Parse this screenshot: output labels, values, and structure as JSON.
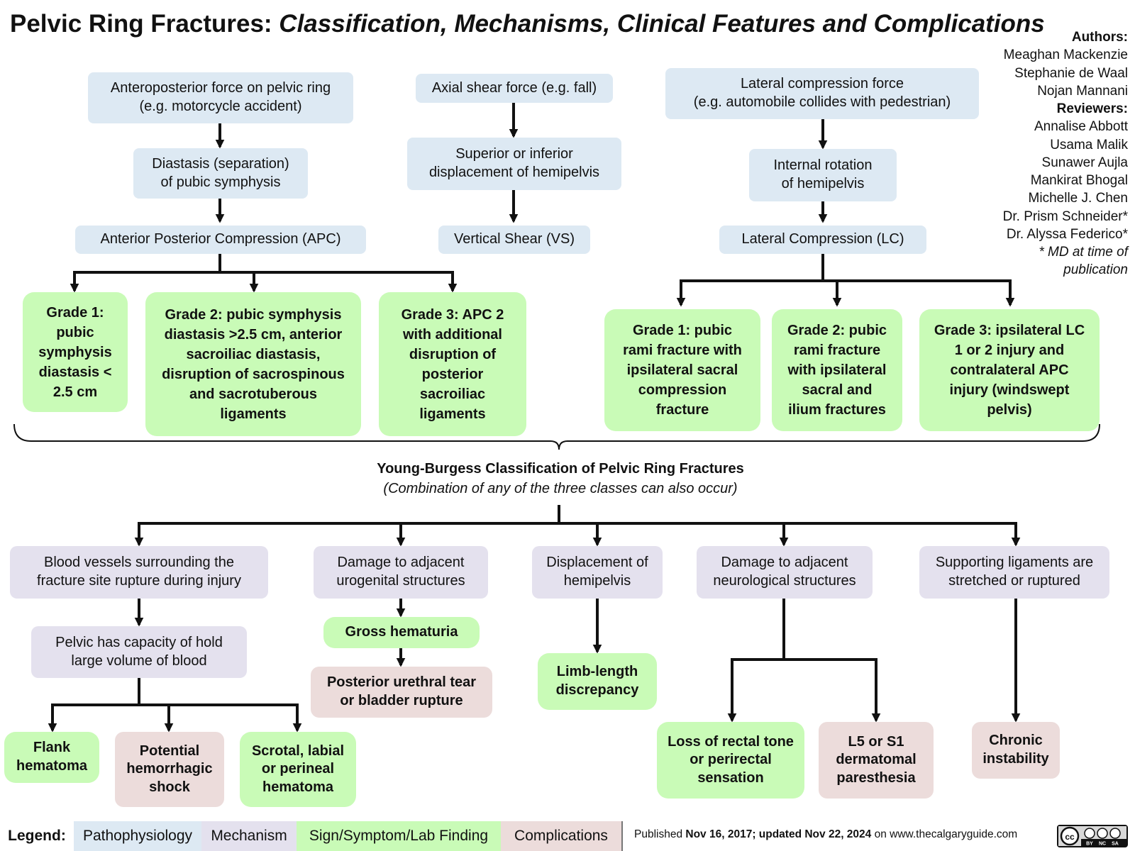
{
  "title": {
    "main": "Pelvic Ring Fractures: ",
    "subtitle": "Classification, Mechanisms, Clinical Features and Complications"
  },
  "credits": {
    "authors_heading": "Authors:",
    "authors": [
      "Meaghan Mackenzie",
      "Stephanie de Waal",
      "Nojan Mannani"
    ],
    "reviewers_heading": "Reviewers:",
    "reviewers": [
      "Annalise Abbott",
      "Usama Malik",
      "Sunawer Aujla",
      "Mankirat Bhogal",
      "Michelle J. Chen",
      "Dr. Prism Schneider*",
      "Dr. Alyssa Federico*"
    ],
    "note": "* MD at time of publication"
  },
  "nodes": {
    "ap_force": "Anteroposterior force on pelvic ring\n(e.g. motorcycle accident)",
    "diastasis": "Diastasis (separation)\nof pubic symphysis",
    "apc": "Anterior Posterior Compression (APC)",
    "apc_g1": "Grade 1:\npubic\nsymphysis\ndiastasis <\n2.5 cm",
    "apc_g2": "Grade 2: pubic symphysis\ndiastasis >2.5 cm, anterior\nsacroiliac diastasis,\ndisruption of sacrospinous\nand sacrotuberous\nligaments",
    "apc_g3": "Grade 3: APC 2\nwith additional\ndisruption of\nposterior\nsacroiliac\nligaments",
    "axial_force": "Axial shear force (e.g. fall)",
    "sup_inf": "Superior or inferior\ndisplacement of hemipelvis",
    "vs": "Vertical Shear (VS)",
    "lat_force": "Lateral compression force\n(e.g. automobile collides with pedestrian)",
    "int_rot": "Internal rotation\nof hemipelvis",
    "lc": "Lateral Compression (LC)",
    "lc_g1": "Grade 1: pubic\nrami fracture with\nipsilateral sacral\ncompression\nfracture",
    "lc_g2": "Grade 2: pubic\nrami fracture\nwith ipsilateral\nsacral and\nilium fractures",
    "lc_g3": "Grade 3: ipsilateral LC\n1 or 2 injury and\ncontralateral APC\ninjury (windswept\npelvis)",
    "blood_vessels": "Blood vessels surrounding the\nfracture site rupture during injury",
    "pelvic_capacity": "Pelvic has capacity of hold\nlarge volume of blood",
    "flank": "Flank\nhematoma",
    "hemorrhagic": "Potential\nhemorrhagic\nshock",
    "scrotal": "Scrotal, labial\nor perineal\nhematoma",
    "urogenital": "Damage to adjacent\nurogenital structures",
    "hematuria": "Gross hematuria",
    "urethral": "Posterior urethral tear\nor bladder rupture",
    "displacement": "Displacement of\nhemipelvis",
    "limb_length": "Limb-length\ndiscrepancy",
    "neuro": "Damage to adjacent\nneurological structures",
    "rectal": "Loss of rectal tone\nor perirectal\nsensation",
    "l5s1": "L5 or S1\ndermatomal\nparesthesia",
    "ligaments": "Supporting ligaments are\nstretched or ruptured",
    "chronic": "Chronic\ninstability"
  },
  "classification": {
    "title": "Young-Burgess Classification of Pelvic Ring Fractures",
    "subtitle": "(Combination of any of the three classes can also occur)"
  },
  "legend": {
    "label": "Legend:",
    "items": [
      {
        "label": "Pathophysiology",
        "color": "#dde9f3"
      },
      {
        "label": "Mechanism",
        "color": "#e4e1ee"
      },
      {
        "label": "Sign/Symptom/Lab Finding",
        "color": "#c9fbb7"
      },
      {
        "label": "Complications",
        "color": "#ecdcdb"
      }
    ]
  },
  "footer": {
    "published_prefix": "Published ",
    "dates": "Nov 16, 2017; updated Nov 22, 2024",
    "site": " on www.thecalgaryguide.com"
  },
  "license_badge": {
    "icon": "creative-commons-by-nc-sa-icon",
    "text": "cc BY NC SA"
  }
}
